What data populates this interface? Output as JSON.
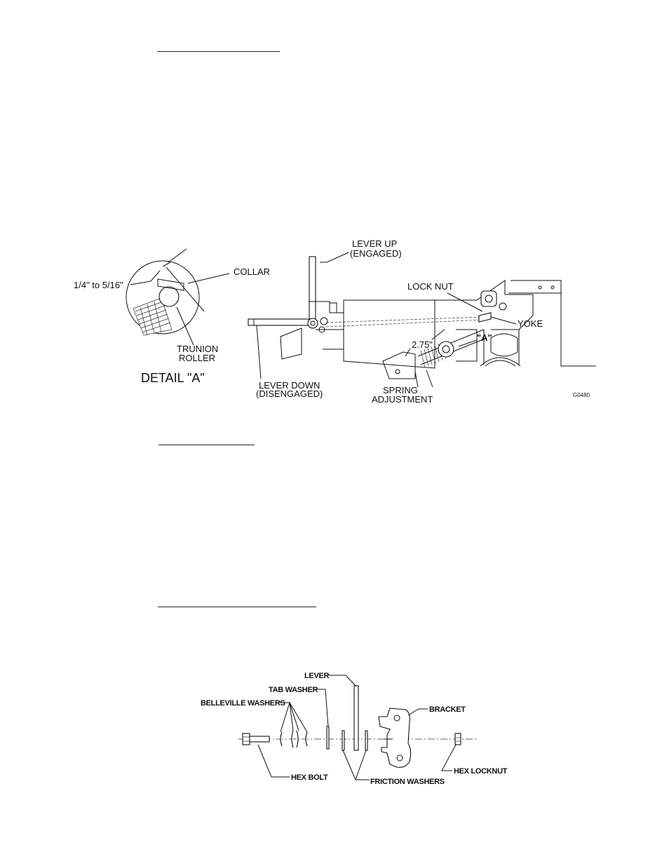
{
  "figure1": {
    "labels": {
      "lever_up": "LEVER UP",
      "engaged": "(ENGAGED)",
      "collar": "COLLAR",
      "gap": "1/4\" to 5/16\"",
      "lock_nut": "LOCK NUT",
      "yoke": "YOKE",
      "a_marker": "\"A\"",
      "dimension": "2.75\"",
      "trunion": "TRUNION",
      "roller": "ROLLER",
      "detail": "DETAIL \"A\"",
      "lever_down": "LEVER DOWN",
      "disengaged": "(DISENGAGED)",
      "spring": "SPRING",
      "adjustment": "ADJUSTMENT",
      "code": "G0480"
    }
  },
  "figure2": {
    "labels": {
      "lever": "LEVER",
      "tab_washer": "TAB WASHER",
      "belleville": "BELLEVILLE WASHERS",
      "bracket": "BRACKET",
      "hex_bolt": "HEX BOLT",
      "friction": "FRICTION WASHERS",
      "hex_locknut": "HEX LOCKNUT"
    }
  }
}
